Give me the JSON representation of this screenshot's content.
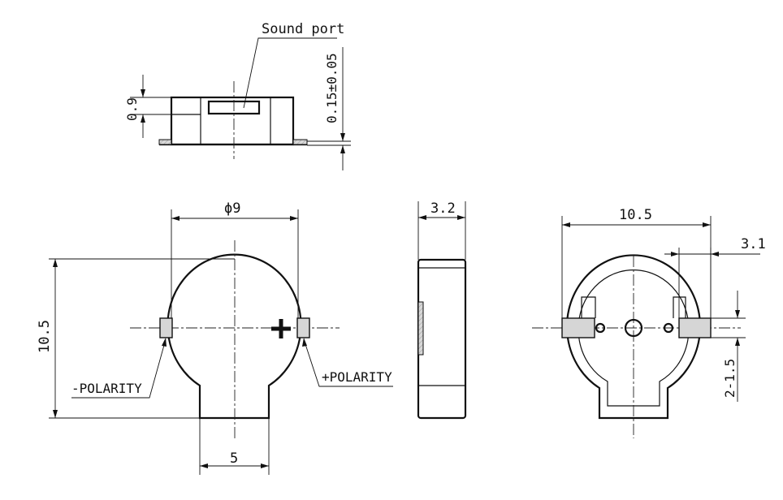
{
  "labels": {
    "sound_port": "Sound port",
    "port_offset": "0.15±0.05",
    "port_height": "0.9",
    "diameter": "ϕ9",
    "height": "10.5",
    "thickness": "3.2",
    "width_back": "10.5",
    "pad_width": "3.1",
    "tail_width": "5",
    "neg_polarity": "-POLARITY",
    "pos_polarity": "+POLARITY",
    "pad_offset": "2-1.5"
  }
}
